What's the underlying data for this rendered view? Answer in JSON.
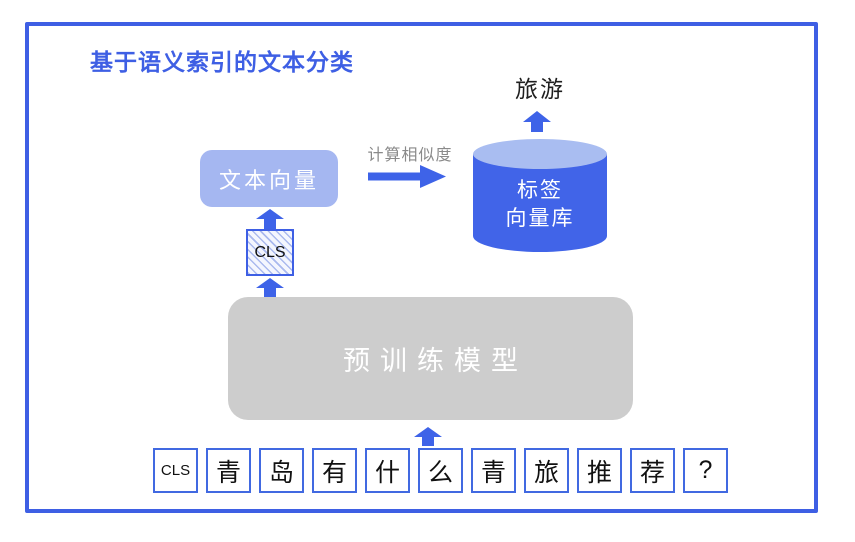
{
  "title": "基于语义索引的文本分类",
  "nodes": {
    "prediction": {
      "label": "旅游"
    },
    "label_store": {
      "label_line1": "标签",
      "label_line2": "向量库"
    },
    "text_vector": {
      "label": "文本向量"
    },
    "cls": {
      "label": "CLS"
    },
    "model": {
      "label": "预训练模型"
    }
  },
  "edges": {
    "similarity": {
      "label": "计算相似度"
    }
  },
  "tokens": [
    "CLS",
    "青",
    "岛",
    "有",
    "什",
    "么",
    "青",
    "旅",
    "推",
    "荐",
    "?"
  ],
  "colors": {
    "accent_blue": "#3E5FE4",
    "arrow_blue": "#3E63E8",
    "cylinder_body": "#4164E8",
    "cylinder_top": "#A9BDF1",
    "vector_box": "#A5B7F1",
    "model_box": "#CDCDCD",
    "muted_text": "#8A8A8A",
    "text_dark": "#1F1F1F"
  }
}
